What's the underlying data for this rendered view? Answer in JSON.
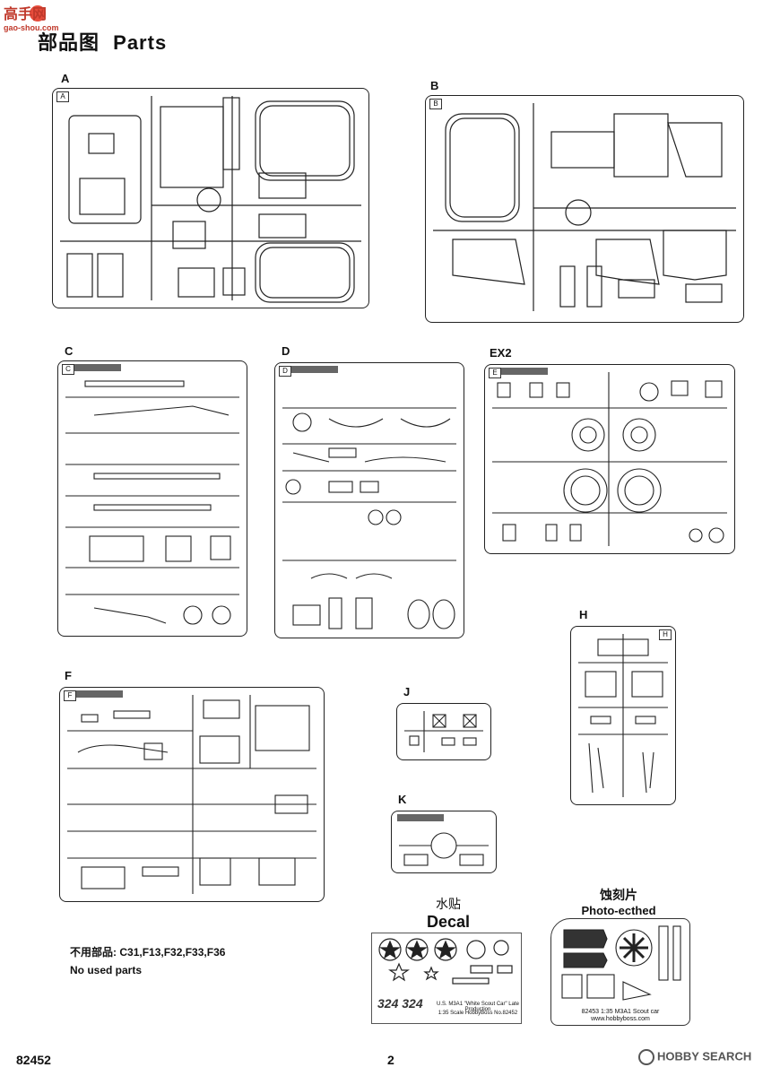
{
  "watermark": {
    "logo": "高手网",
    "url": "gao-shou.com"
  },
  "header": {
    "title_cn": "部品图",
    "title_en": "Parts"
  },
  "sprues": {
    "A": "A",
    "B": "B",
    "C": "C",
    "D": "D",
    "EX2": "EX2",
    "E_tag": "E",
    "F": "F",
    "H": "H",
    "J": "J",
    "K": "K"
  },
  "unused": {
    "label_cn": "不用部品",
    "list": "C31,F13,F32,F33,F36",
    "label_en": "No used parts"
  },
  "decal": {
    "title_cn": "水贴",
    "title_en": "Decal",
    "numbers": "324 324",
    "caption": [
      "U.S. M3A1 \"White Scout Car\" Late Production",
      "1:35 Scale  HobbyBoss  No.82452"
    ]
  },
  "photo_etched": {
    "title_cn": "蚀刻片",
    "title_en": "Photo-ecthed",
    "caption": "82453  1:35  M3A1 Scout car",
    "url": "www.hobbyboss.com"
  },
  "footer": {
    "kit_number": "82452",
    "page_number": "2",
    "brand": "HOBBY SEARCH"
  }
}
